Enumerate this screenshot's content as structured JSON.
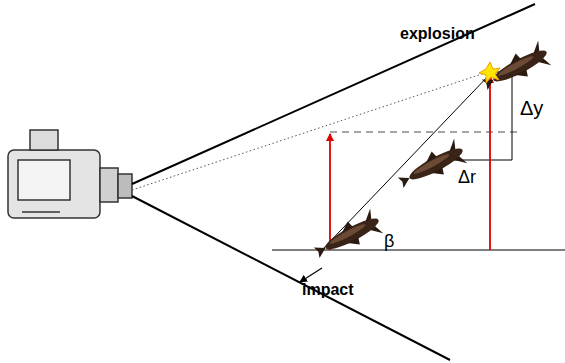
{
  "diagram": {
    "labels": [
      "explosion",
      "Δy",
      "Δr",
      "β",
      "impact"
    ]
  }
}
